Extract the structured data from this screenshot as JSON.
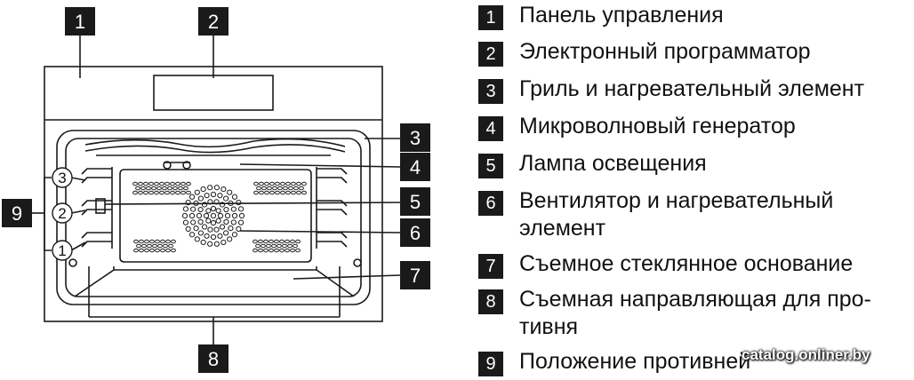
{
  "callouts": {
    "c1": "1",
    "c2": "2",
    "c3": "3",
    "c4": "4",
    "c5": "5",
    "c6": "6",
    "c7": "7",
    "c8": "8",
    "c9": "9"
  },
  "positions": {
    "p1": "1",
    "p2": "2",
    "p3": "3"
  },
  "legend": [
    {
      "num": "1",
      "text": "Панель управления"
    },
    {
      "num": "2",
      "text": "Электронный программатор"
    },
    {
      "num": "3",
      "text": "Гриль и нагревательный элемент"
    },
    {
      "num": "4",
      "text": "Микроволновый генератор"
    },
    {
      "num": "5",
      "text": "Лампа освещения"
    },
    {
      "num": "6",
      "text": "Вентилятор и нагревательный\nэлемент"
    },
    {
      "num": "7",
      "text": "Съемное стеклянное основание"
    },
    {
      "num": "8",
      "text": "Съемная направляющая для про-\nтивня"
    },
    {
      "num": "9",
      "text": "Положение противней"
    }
  ],
  "watermark": "catalog.onliner.by",
  "colors": {
    "line": "#1a1a1a",
    "tag_bg": "#1a1a1a",
    "tag_text": "#ffffff"
  }
}
